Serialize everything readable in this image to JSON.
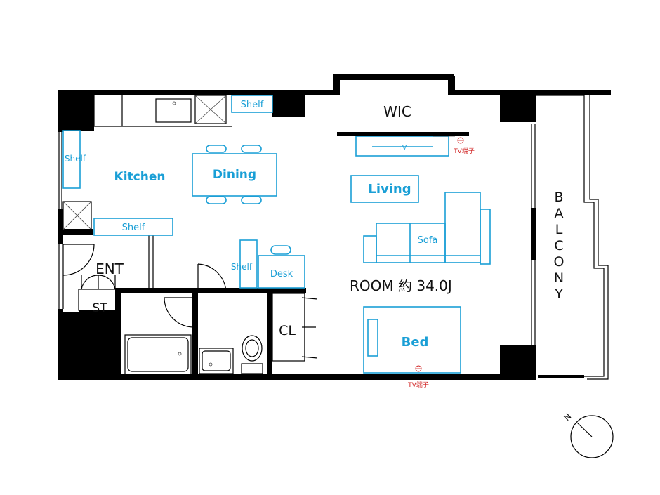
{
  "labels": {
    "wic": "WIC",
    "balcony": "BALCONY",
    "ent": "ENT",
    "st": "ST",
    "cl": "CL",
    "room": "ROOM 約 34.0J"
  },
  "furniture": {
    "kitchen": "Kitchen",
    "dining": "Dining",
    "living": "Living",
    "sofa": "Sofa",
    "bed": "Bed",
    "desk": "Desk",
    "tv": "TV",
    "shelf_top": "Shelf",
    "shelf_left": "Shelf",
    "shelf_mid": "Shelf",
    "shelf_desk": "Shelf"
  },
  "outlets": {
    "tv_top": "TV端子",
    "tv_bottom": "TV端子"
  },
  "compass": {
    "north": "N"
  },
  "colors": {
    "furniture": "#1a9fd6",
    "walls": "#000000",
    "outlet": "#d02020"
  }
}
